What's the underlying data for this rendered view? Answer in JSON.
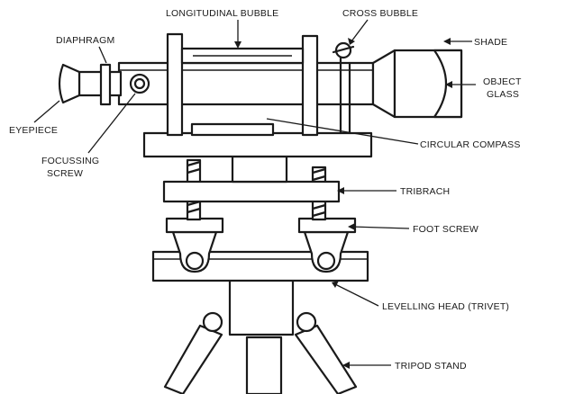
{
  "labels": {
    "longitudinal_bubble": "LONGITUDINAL BUBBLE",
    "cross_bubble": "CROSS BUBBLE",
    "shade": "SHADE",
    "diaphragm": "DIAPHRAGM",
    "object_glass_line1": "OBJECT",
    "object_glass_line2": "GLASS",
    "eyepiece": "EYEPIECE",
    "focussing_screw_line1": "FOCUSSING",
    "focussing_screw_line2": "SCREW",
    "circular_compass": "CIRCULAR COMPASS",
    "tribrach": "TRIBRACH",
    "foot_screw": "FOOT SCREW",
    "levelling_head": "LEVELLING HEAD (TRIVET)",
    "tripod_stand": "TRIPOD STAND"
  }
}
